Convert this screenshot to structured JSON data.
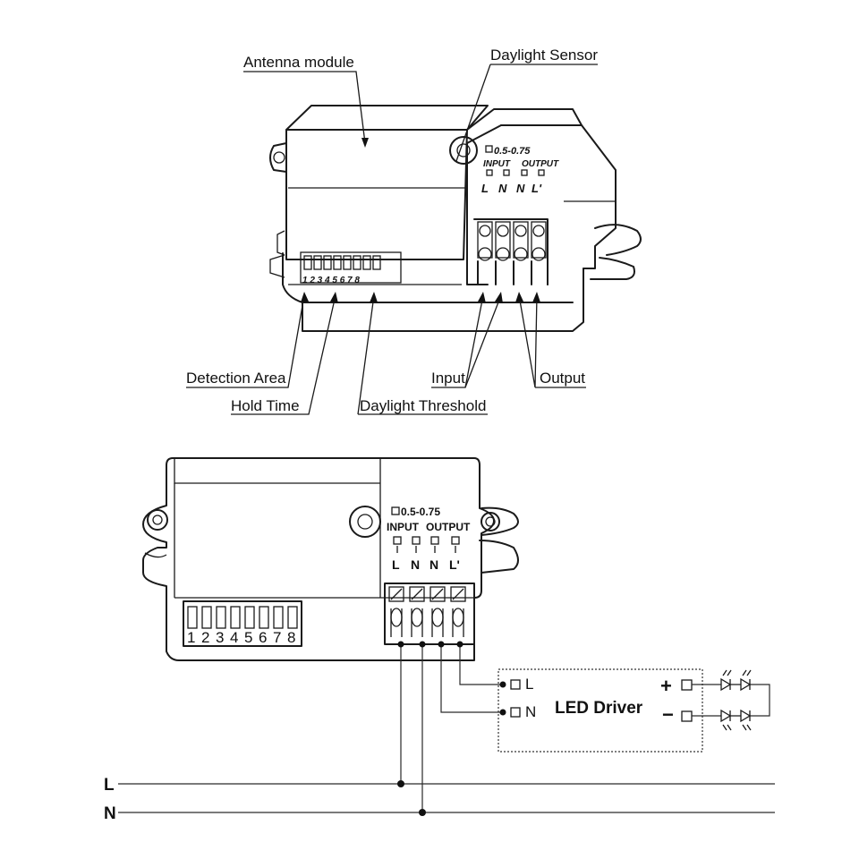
{
  "top_labels": {
    "antenna_module": "Antenna module",
    "daylight_sensor": "Daylight Sensor",
    "detection_area": "Detection Area",
    "hold_time": "Hold Time",
    "daylight_threshold": "Daylight Threshold",
    "input": "Input",
    "output": "Output"
  },
  "module_marking": {
    "wire_size": "0.5-0.75",
    "input": "INPUT",
    "output": "OUTPUT",
    "terminals": [
      "L",
      "N",
      "N",
      "L'"
    ]
  },
  "dip_switch_numbers": [
    "1",
    "2",
    "3",
    "4",
    "5",
    "6",
    "7",
    "8"
  ],
  "top_dip_marking": "1 2 3 4 5 6 7 8",
  "led_driver": {
    "title": "LED Driver",
    "terminal_l": "L",
    "terminal_n": "N",
    "plus": "+",
    "minus": "−"
  },
  "mains": {
    "l": "L",
    "n": "N"
  }
}
